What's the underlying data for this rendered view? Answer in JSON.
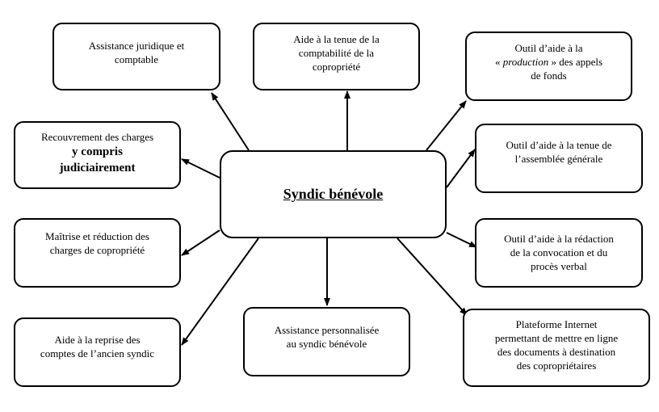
{
  "center": {
    "label": "Syndic bénévole"
  },
  "nodes": [
    {
      "id": "assistance-juridique",
      "lines": [
        "Assistance juridique et",
        "comptable"
      ]
    },
    {
      "id": "tenue-comptabilite",
      "lines": [
        "Aide à la tenue de la",
        "comptabilité de la",
        "copropriété"
      ]
    },
    {
      "id": "production-appels",
      "line1": "Outil d’aide à la",
      "line2_pre": "« ",
      "line2_em": "production",
      "line2_post": " » des appels",
      "line3": "de fonds"
    },
    {
      "id": "recouvrement",
      "line1": "Recouvrement des charges",
      "bold1": "y compris",
      "bold2": "judiciairement"
    },
    {
      "id": "assemblee",
      "lines": [
        "Outil d’aide à la tenue de",
        "l’assemblée générale"
      ]
    },
    {
      "id": "maitrise",
      "lines": [
        "Maîtrise et réduction des",
        "charges de copropriété"
      ]
    },
    {
      "id": "redaction",
      "lines": [
        "Outil d’aide à la rédaction",
        "de la convocation et du",
        "procès verbal"
      ]
    },
    {
      "id": "reprise",
      "lines": [
        "Aide à la reprise des",
        "comptes de l’ancien syndic"
      ]
    },
    {
      "id": "assistance-perso",
      "lines": [
        "Assistance personnalisée",
        "au syndic bénévole"
      ]
    },
    {
      "id": "plateforme",
      "lines": [
        "Plateforme Internet",
        "permettant de mettre en ligne",
        "des documents à destination",
        "des copropriétaires"
      ]
    }
  ]
}
